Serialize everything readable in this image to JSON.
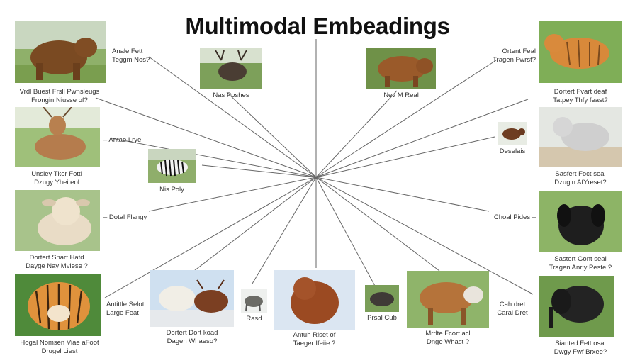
{
  "title": "Multimodal Embeadings",
  "labels": {
    "bear_tl": "Vrdl Buest Frsll Pwnsleugs\nFrongin Niusse of?",
    "arrow_a": "Anale Fett\nTeggm Nos?",
    "elk_top": "Nas Poshes",
    "bison_top": "Nev M Real",
    "tiger_tr_text": "Ortent Feal\nTragen Fwrst?",
    "tiger_tr": "Dortert Fvart deaf\nTatpey Thfy feast?",
    "deer_l": "Unsley Tkor Fottl\nDzugy Yhei eol",
    "deer_l_arrow": "– Antae Lrye",
    "zebra": "Nis Poly",
    "goat_r": "Deselais",
    "goat_r2": "Sasfert Foct seal\nDzugin AfYreset?",
    "lamb_l": "Dortert Snart Hatd\nDayge Nay Mviese ?",
    "lamb_l_arrow": "– Dotal Flangy",
    "dog_r": "Choal Pides –",
    "dog_r2": "Sastert Gont seal\nTragen Anrly Peste ?",
    "tiger_bl": "Hogal Nomsen Viae aFoot\nDrugel Liest",
    "tiger_bl_text": "Antittle Selot\nLarge Feat",
    "bears_bm": "Dortert Dort koad\nDagen Whaeso?",
    "wolf": "Rasd",
    "bear_center": "Antuh Riset of\nTaeger Ifeiie ?",
    "buffalo_small": "Prsal Cub",
    "bison_br": "Mrrlte Fcort acl\nDnge Whast ?",
    "elephant_text": "Cah dret\nCarai Dret",
    "elephant": "Sianted Fett osal\nDwgy Fwf Brxee?"
  }
}
